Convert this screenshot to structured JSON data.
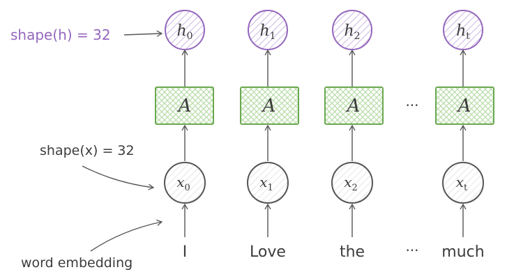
{
  "annotations": {
    "shape_h": "shape(h) = 32",
    "shape_x": "shape(x) = 32",
    "word_embedding": "word embedding"
  },
  "ellipsis": "···",
  "columns": [
    {
      "h": "h",
      "h_sub": "0",
      "cell": "A",
      "x": "x",
      "x_sub": "0",
      "word": "I"
    },
    {
      "h": "h",
      "h_sub": "1",
      "cell": "A",
      "x": "x",
      "x_sub": "1",
      "word": "Love"
    },
    {
      "h": "h",
      "h_sub": "2",
      "cell": "A",
      "x": "x",
      "x_sub": "2",
      "word": "the"
    },
    {
      "h": "h",
      "h_sub": "t",
      "cell": "A",
      "x": "x",
      "x_sub": "t",
      "word": "much"
    }
  ],
  "colors": {
    "purple": "#9467bd",
    "purple_fill": "#e8dcf2",
    "green": "#6aa84f",
    "green_fill": "#d9ecd1",
    "gray": "#555555",
    "text": "#3c3c3c"
  }
}
